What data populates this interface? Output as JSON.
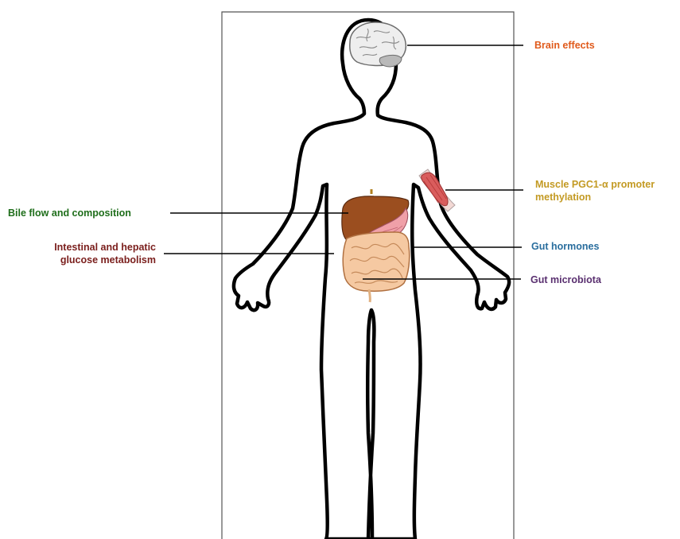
{
  "labels": {
    "brain": {
      "text": "Brain effects",
      "color": "#e05a1b"
    },
    "muscle": {
      "lines": [
        "Muscle PGC1-α promoter",
        "methylation"
      ],
      "color": "#c39a23"
    },
    "bile": {
      "text": "Bile flow and composition",
      "color": "#1f6e1b"
    },
    "intestinal": {
      "lines": [
        "Intestinal and hepatic",
        "glucose metabolism"
      ],
      "color": "#7a1e1c"
    },
    "hormones": {
      "text": "Gut hormones",
      "color": "#2a6e9e"
    },
    "microbiota": {
      "text": "Gut microbiota",
      "color": "#5a3070"
    }
  },
  "icons": [
    "human-body-outline",
    "brain-icon",
    "muscle-icon",
    "liver-icon",
    "stomach-icon",
    "intestine-icon"
  ]
}
